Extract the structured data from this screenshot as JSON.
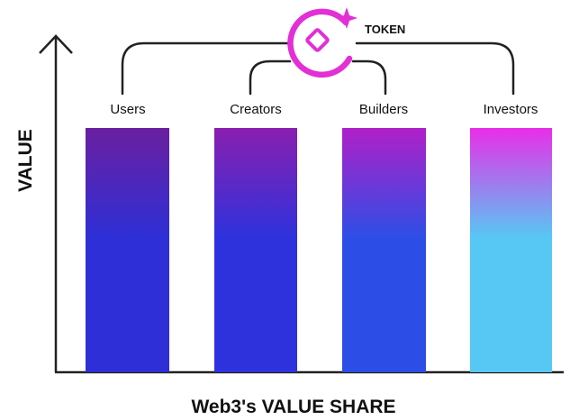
{
  "token": {
    "label": "TOKEN"
  },
  "groups": [
    {
      "label": "Users",
      "top_color": "#6a1fa0",
      "bottom_color": "#2e2fd6"
    },
    {
      "label": "Creators",
      "top_color": "#8a1fb0",
      "bottom_color": "#2e32dc"
    },
    {
      "label": "Builders",
      "top_color": "#b020c8",
      "bottom_color": "#2d4ee6"
    },
    {
      "label": "Investors",
      "top_color": "#e82ee8",
      "bottom_color": "#57c8f4"
    }
  ],
  "axes": {
    "y_label": "VALUE",
    "x_label": "Web3's VALUE SHARE"
  },
  "colors": {
    "token_accent": "#e22fd6",
    "axis": "#222222"
  }
}
